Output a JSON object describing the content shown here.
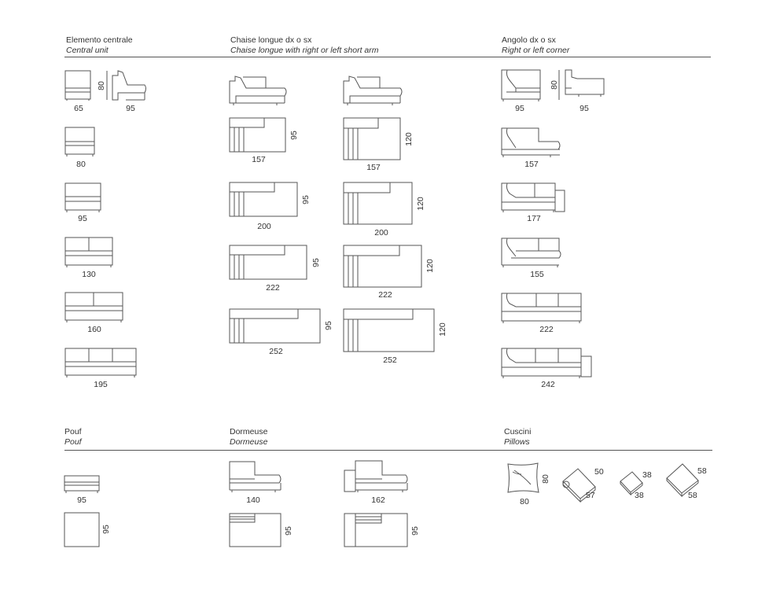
{
  "sections": {
    "central": {
      "it": "Elemento centrale",
      "en": "Central unit"
    },
    "chaise": {
      "it": "Chaise longue dx o sx",
      "en": "Chaise longue with right or left short arm"
    },
    "corner": {
      "it": "Angolo dx o sx",
      "en": "Right or left corner"
    },
    "pouf": {
      "it": "Pouf",
      "en": "Pouf"
    },
    "dormeuse": {
      "it": "Dormeuse",
      "en": "Dormeuse"
    },
    "pillows": {
      "it": "Cuscini",
      "en": "Pillows"
    }
  },
  "dimensions": {
    "central": {
      "w65": "65",
      "d80": "80",
      "s95": "95",
      "w80": "80",
      "w95": "95",
      "w130": "130",
      "w160": "160",
      "w195": "195"
    },
    "chaise": {
      "w157a": "157",
      "d95a": "95",
      "w157b": "157",
      "d120a": "120",
      "w200a": "200",
      "d95b": "95",
      "w200b": "200",
      "d120b": "120",
      "w222a": "222",
      "d95c": "95",
      "w222b": "222",
      "d120c": "120",
      "w252a": "252",
      "d95d": "95",
      "w252b": "252",
      "d120d": "120"
    },
    "corner": {
      "w95a": "95",
      "d80": "80",
      "w95b": "95",
      "w157": "157",
      "w177": "177",
      "w155": "155",
      "w222": "222",
      "w242": "242"
    },
    "pouf": {
      "w95": "95",
      "d95": "95"
    },
    "dormeuse": {
      "w140": "140",
      "w162": "162",
      "d95a": "95",
      "d95b": "95"
    },
    "pillows": {
      "p80w": "80",
      "p80h": "80",
      "p50a": "50",
      "p50b": "57",
      "p38a": "38",
      "p38b": "38",
      "p58a": "58",
      "p58b": "58"
    }
  }
}
